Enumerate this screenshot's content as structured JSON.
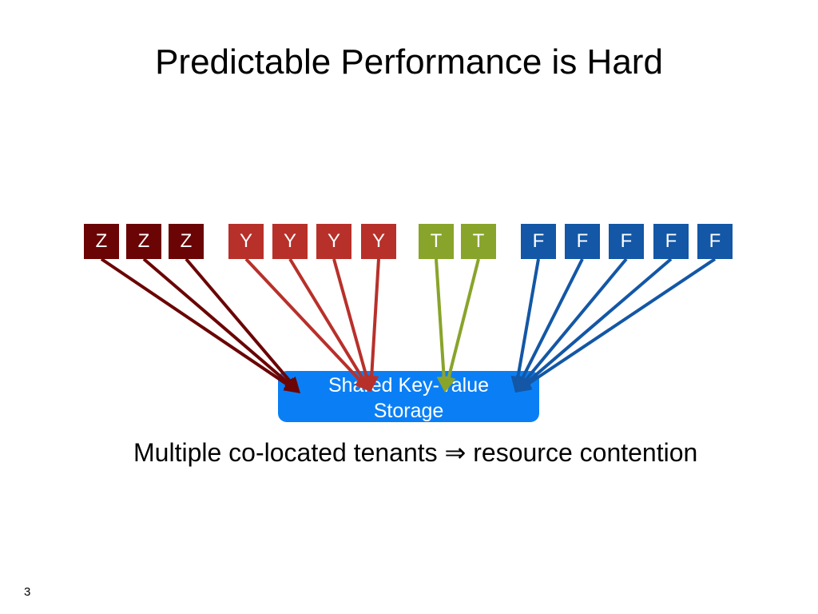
{
  "title": "Predictable Performance is Hard",
  "storage": {
    "line1": "Shared Key-Value",
    "line2": "Storage",
    "color": "#0a7ff5"
  },
  "tenant_colors": {
    "Z": "#6b0505",
    "Y": "#b8302a",
    "T": "#88a42a",
    "F": "#1357a6"
  },
  "tenants": [
    {
      "label": "Z",
      "group": "Z"
    },
    {
      "label": "Z",
      "group": "Z"
    },
    {
      "label": "Z",
      "group": "Z"
    },
    {
      "label": "Y",
      "group": "Y"
    },
    {
      "label": "Y",
      "group": "Y"
    },
    {
      "label": "Y",
      "group": "Y"
    },
    {
      "label": "Y",
      "group": "Y"
    },
    {
      "label": "T",
      "group": "T"
    },
    {
      "label": "T",
      "group": "T"
    },
    {
      "label": "F",
      "group": "F"
    },
    {
      "label": "F",
      "group": "F"
    },
    {
      "label": "F",
      "group": "F"
    },
    {
      "label": "F",
      "group": "F"
    },
    {
      "label": "F",
      "group": "F"
    }
  ],
  "caption": "Multiple co-located tenants ⇒ resource contention",
  "slide_number": "3"
}
